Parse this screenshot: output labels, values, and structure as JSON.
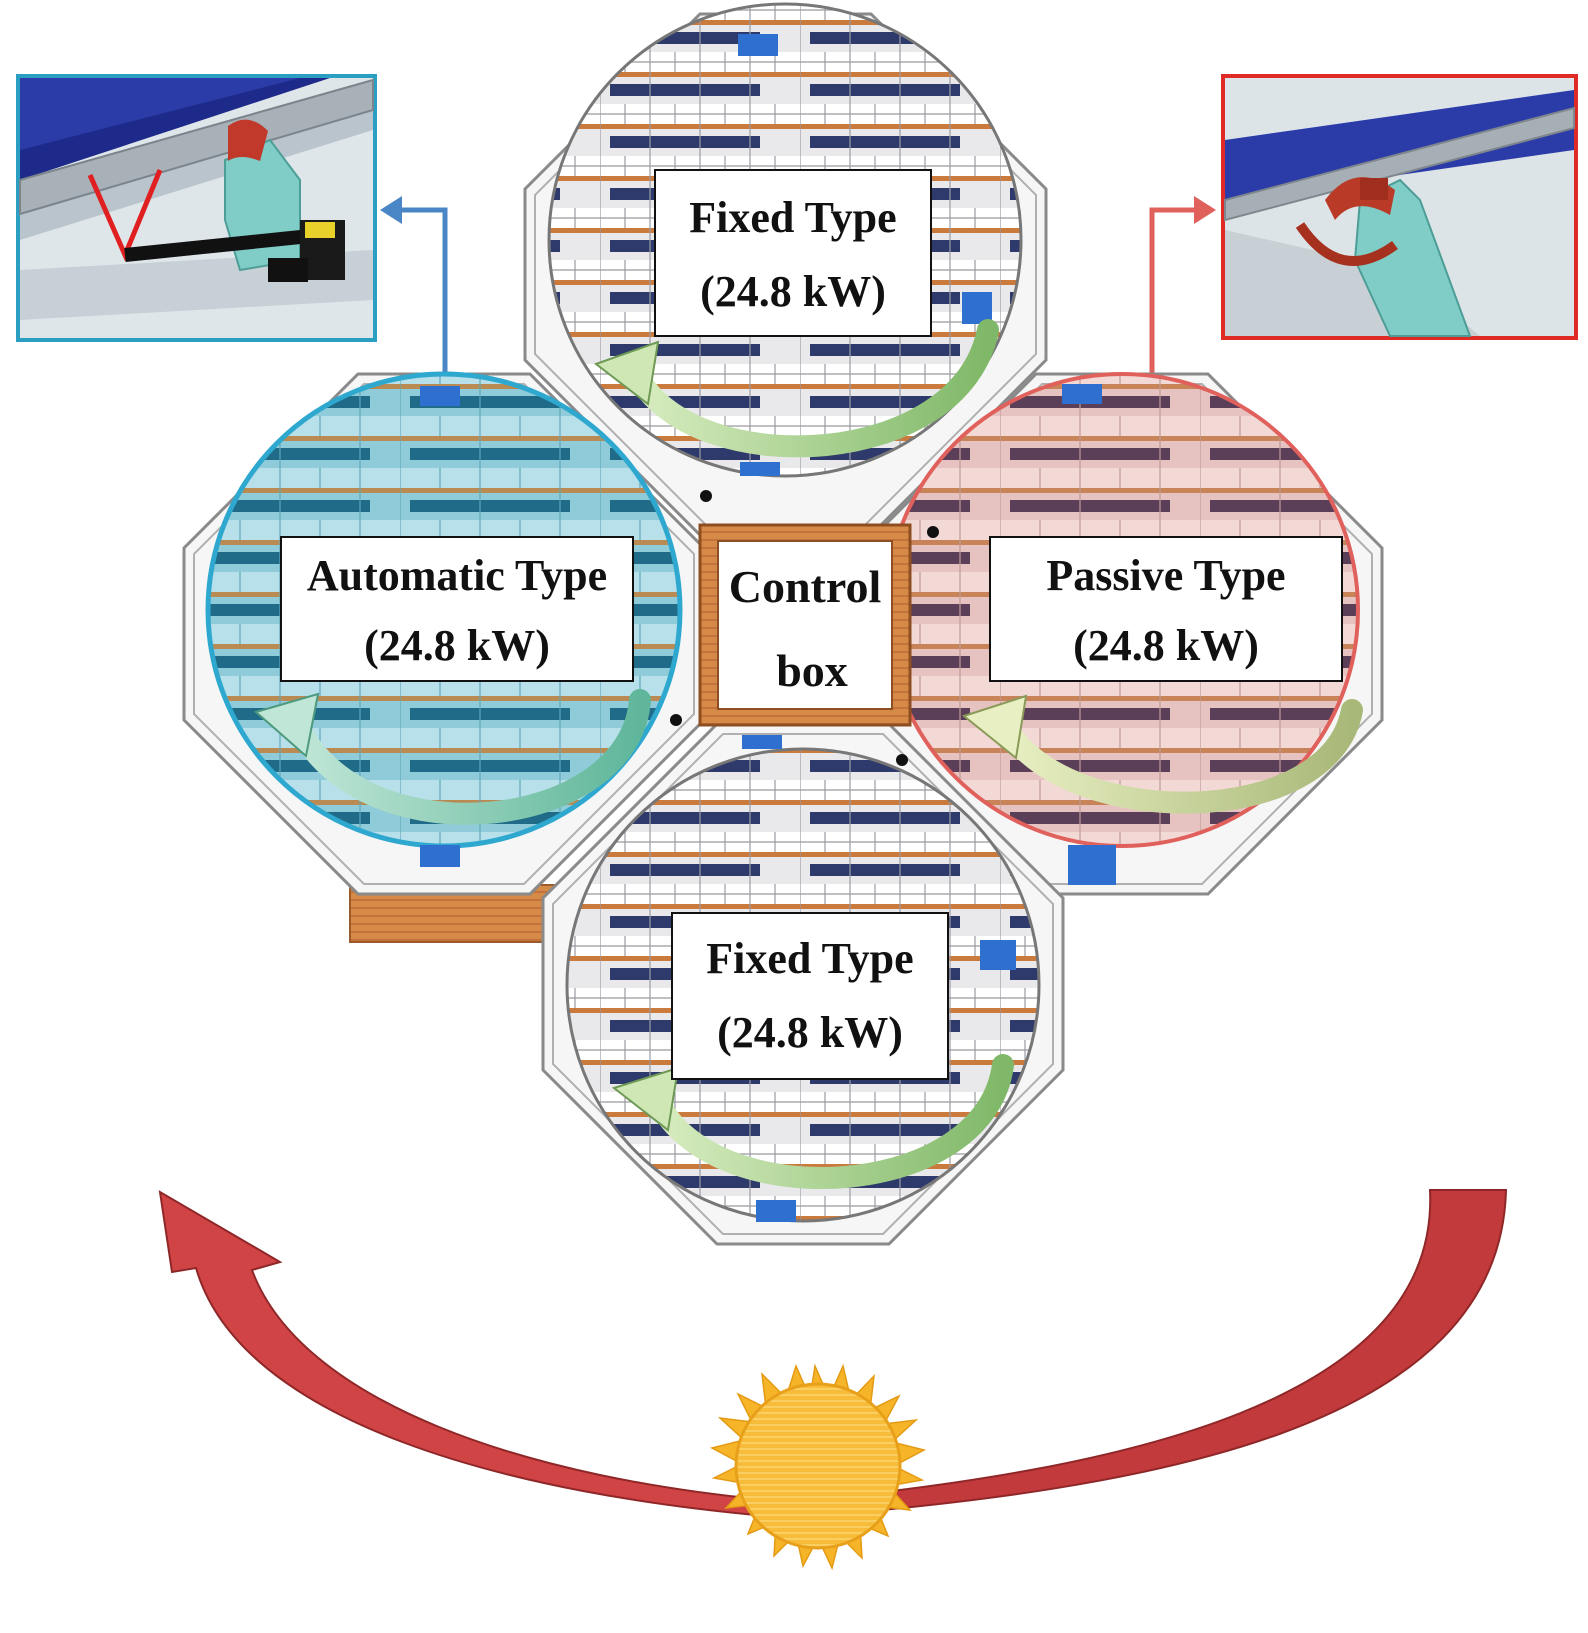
{
  "labels": {
    "top_fixed_title": "Fixed  Type",
    "top_fixed_power": "(24.8  kW)",
    "automatic_title": "Automatic  Type",
    "automatic_power": "(24.8  kW)",
    "passive_title": "Passive  Type",
    "passive_power": "(24.8  kW)",
    "control_line1": "Control",
    "control_line2": "box",
    "bottom_fixed_title": "Fixed  Type",
    "bottom_fixed_power": "(24.8  kW)"
  },
  "colors": {
    "automatic_accent": "#2a9fc2",
    "passive_accent": "#e03b35",
    "sun_path": "#c0393a",
    "rotation_arrow": "#9bc878",
    "sun": "#f6b429",
    "panel_dark": "#2e3a6b",
    "panel_bar": "#c97a3c"
  },
  "icons": {
    "automatic_detail": "actuator-linkage-icon",
    "passive_detail": "passive-clamp-icon",
    "sun": "sun-icon"
  }
}
